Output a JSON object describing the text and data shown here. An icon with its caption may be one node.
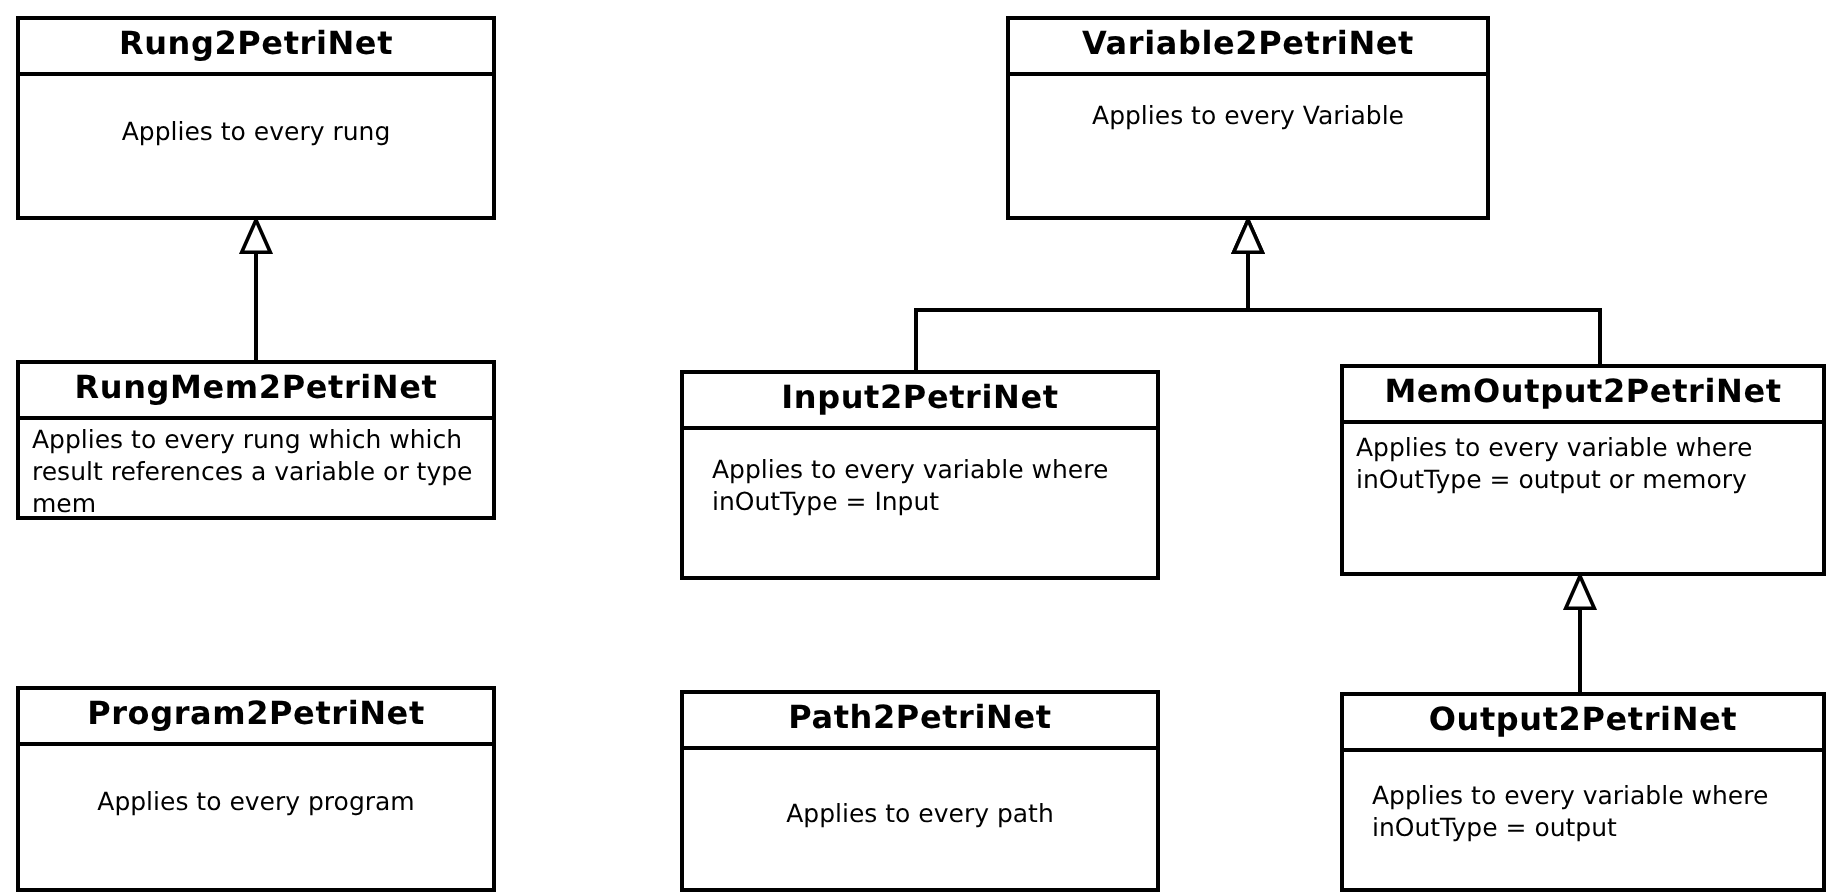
{
  "diagram": {
    "nodes": [
      {
        "text": [
          "Rung2PetriNet",
          "Applies to every rung"
        ]
      },
      {
        "text": [
          "RungMem2PetriNet",
          "Applies to every rung which which result references a variable or type mem"
        ]
      },
      {
        "text": [
          "Program2PetriNet",
          "Applies to every program"
        ]
      },
      {
        "text": [
          "Variable2PetriNet",
          "Applies to every Variable"
        ]
      },
      {
        "text": [
          "Input2PetriNet",
          "Applies to every variable where inOutType = Input"
        ]
      },
      {
        "text": [
          "MemOutput2PetriNet",
          "Applies to every variable where inOutType = output or memory"
        ]
      },
      {
        "text": [
          "Path2PetriNet",
          "Applies to every path"
        ]
      },
      {
        "text": [
          "Output2PetriNet",
          "Applies to every variable where inOutType = output"
        ]
      }
    ],
    "edges": [
      {
        "from": 1,
        "to": 0,
        "arrow": "to"
      },
      {
        "from": 4,
        "to": 3,
        "arrow": "to"
      },
      {
        "from": 5,
        "to": 3,
        "arrow": "to"
      },
      {
        "from": 7,
        "to": 5,
        "arrow": "to"
      }
    ]
  }
}
